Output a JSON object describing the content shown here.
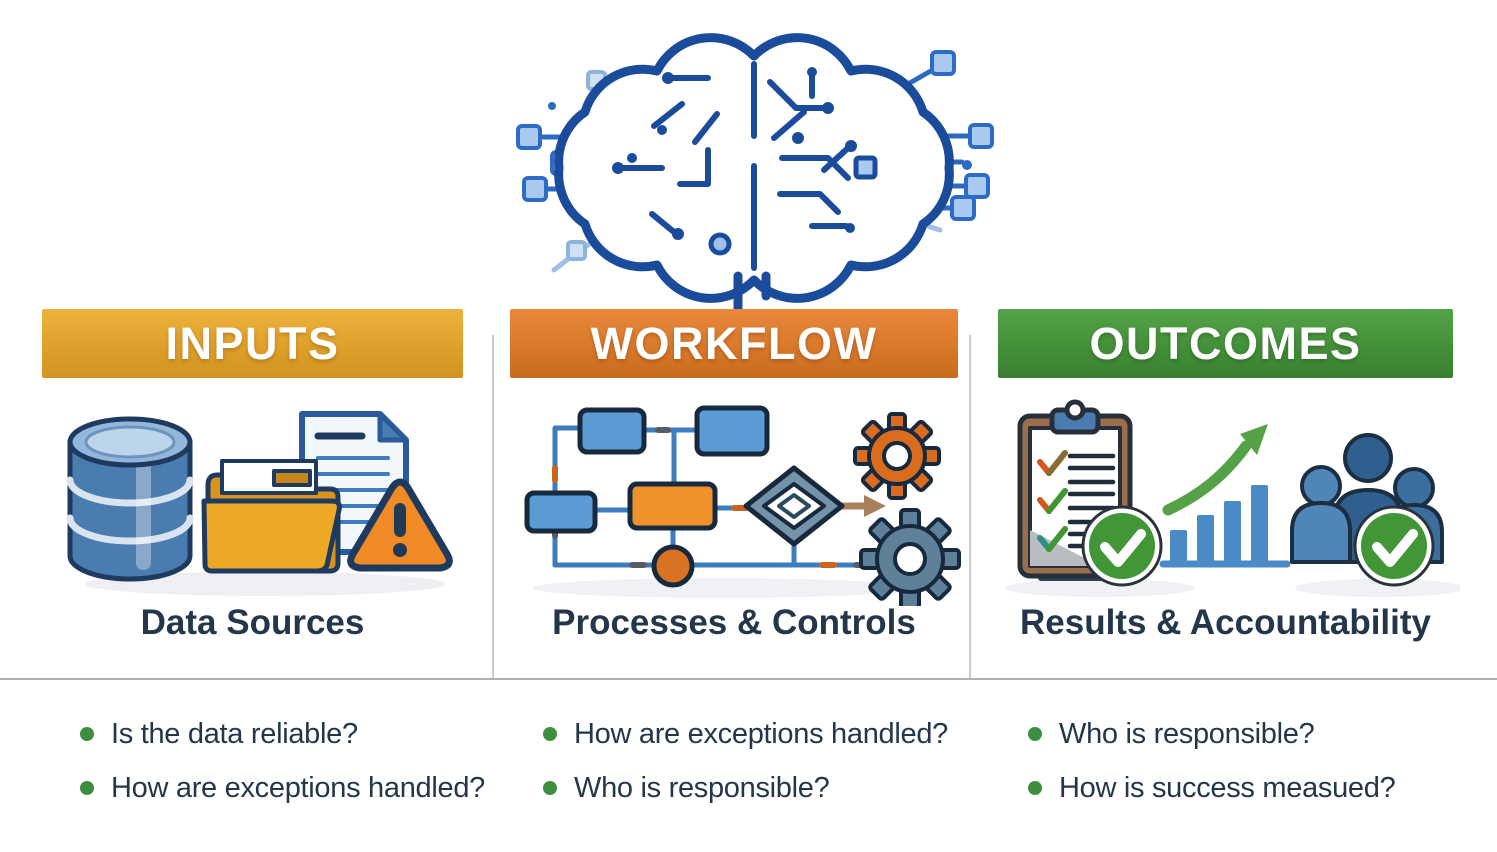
{
  "hero": {
    "icon": "circuit-brain-icon"
  },
  "palette": {
    "inputs_bar": "#DFA02B",
    "workflow_bar": "#DA792B",
    "outcomes_bar": "#449039",
    "text": "#24374A",
    "bullet_dot": "#3E8E40",
    "brain_blue": "#1B4C9C",
    "brain_light_blue": "#A9C9EE",
    "divider": "#c7cace"
  },
  "columns": [
    {
      "id": "inputs",
      "header": "INPUTS",
      "subtitle": "Data Sources",
      "icons": [
        "database-icon",
        "folder-icon",
        "documents-icon",
        "warning-triangle-icon"
      ],
      "bullets": [
        "Is the data reliable?",
        "How are exceptions handled?"
      ]
    },
    {
      "id": "workflow",
      "header": "WORKFLOW",
      "subtitle": "Processes & Controls",
      "icons": [
        "flowchart-icon",
        "gear-icon",
        "gear-icon"
      ],
      "bullets": [
        "How are exceptions handled?",
        "Who is responsible?"
      ]
    },
    {
      "id": "outcomes",
      "header": "OUTCOMES",
      "subtitle": "Results & Accountability",
      "icons": [
        "checklist-clipboard-icon",
        "check-circle-icon",
        "growth-chart-icon",
        "team-icon",
        "check-circle-icon"
      ],
      "bullets": [
        "Who is responsible?",
        "How is success measued?"
      ]
    }
  ]
}
